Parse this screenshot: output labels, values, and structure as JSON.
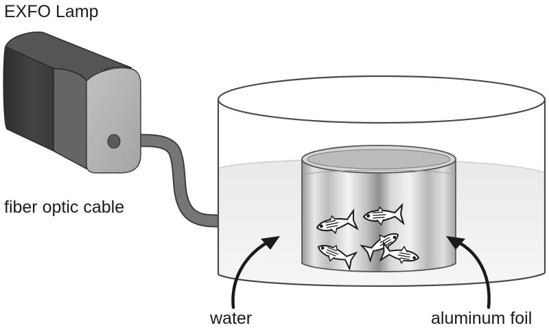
{
  "labels": {
    "lamp": "EXFO Lamp",
    "cable": "fiber optic cable",
    "water": "water",
    "foil": "aluminum foil"
  },
  "colors": {
    "lamp_front": "#b2b2b2",
    "lamp_band": "#6a6a6a",
    "lamp_dark": "#3c3c3c",
    "cable": "#6e6e6e",
    "water": "#ececec",
    "foil": "#c9c9c9",
    "outline": "#555555",
    "arrow": "#1a1a1a"
  },
  "icons": {
    "lamp": "lamp-box-icon",
    "container": "glass-beaker-icon",
    "fish": "zebrafish-icon",
    "arrow": "curved-arrow-icon"
  }
}
